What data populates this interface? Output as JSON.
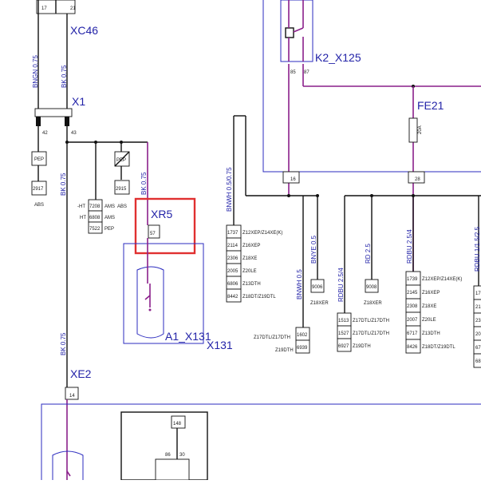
{
  "connectors": {
    "top_pin_left": "17",
    "top_pin_right": "21",
    "xc46": "XC46",
    "x1": "X1",
    "x1_pin_left": "42",
    "x1_pin_right": "43",
    "xr5": "XR5",
    "xr5_pin": "57",
    "xe2": "XE2",
    "xe2_pin": "14",
    "relay": "K2_X125",
    "relay_pin_85": "85",
    "relay_pin_87": "87",
    "fuse": "FE21",
    "fuse_rating": "20A",
    "splice_16": "16",
    "splice_28": "28",
    "component": "A1_X131",
    "component_conn": "X131",
    "bottom_box": "148",
    "bottom_pin_86": "86",
    "bottom_pin_30": "30"
  },
  "wires": {
    "w_bngn": "BNGN 0.75",
    "w_bk_upper": "BK 0.75",
    "w_bk_left": "BK 0.75",
    "w_bk_xr5": "BK 0.75",
    "w_bk_lower": "BK 0.75",
    "w_bnwh": "BNWH 0.5/0.75",
    "w_bnye": "BNYE 0.5",
    "w_bnwh2": "BNWH 0.5",
    "w_rdbu": "RDBU 2.5/4",
    "w_rd": "RD 2.5",
    "w_rdbu2": "RDBU 2.5/4",
    "w_rdbu3": "RDBU 1/1.5/2.5"
  },
  "left_boxes": {
    "pep_top": "PEP",
    "code_2917": "2917",
    "abs_label": "ABS",
    "hi_labels": [
      "-HT",
      "HT",
      ""
    ],
    "hi_codes": [
      "7208",
      "6808",
      "7522"
    ],
    "hi_right": [
      "AMS",
      "AMS",
      "PEP"
    ],
    "abs_label2": "ABS",
    "pep2": "PEP",
    "code_2915": "2915"
  },
  "code_table_1": {
    "codes": [
      "1737",
      "2114",
      "2306",
      "2005",
      "6806",
      "8442"
    ],
    "labels": [
      "Z12XEP/Z14XE(K)",
      "Z16XEP",
      "Z18XE",
      "Z20LE",
      "Z13DTH",
      "Z18DT/Z19DTL"
    ]
  },
  "code_table_2": {
    "codes": [
      "1602",
      "6939"
    ],
    "labels": [
      "Z17DTL/Z17DTH",
      "Z19DTH"
    ]
  },
  "code_9006": {
    "code": "9006",
    "label": "Z18XER"
  },
  "code_9008": {
    "code": "9008",
    "label": "Z18XER"
  },
  "code_table_3": {
    "codes": [
      "1513",
      "1527",
      "6927"
    ],
    "labels": [
      "Z17DTL/Z17DTH",
      "Z17DTL/Z17DTH",
      "Z19DTH"
    ]
  },
  "code_table_4": {
    "codes": [
      "1739",
      "2145",
      "2308",
      "2007",
      "6717",
      "8426"
    ],
    "labels": [
      "Z12XEP/Z14XE(K)",
      "Z16XEP",
      "Z18XE",
      "Z20LE",
      "Z13DTH",
      "Z18DT/Z19DTL"
    ]
  },
  "code_table_5": {
    "codes": [
      "17",
      "21",
      "23",
      "20",
      "67",
      "68"
    ]
  },
  "colors": {
    "wire": "#8a1f8a",
    "label": "#2323a8",
    "highlight": "#e03030"
  }
}
